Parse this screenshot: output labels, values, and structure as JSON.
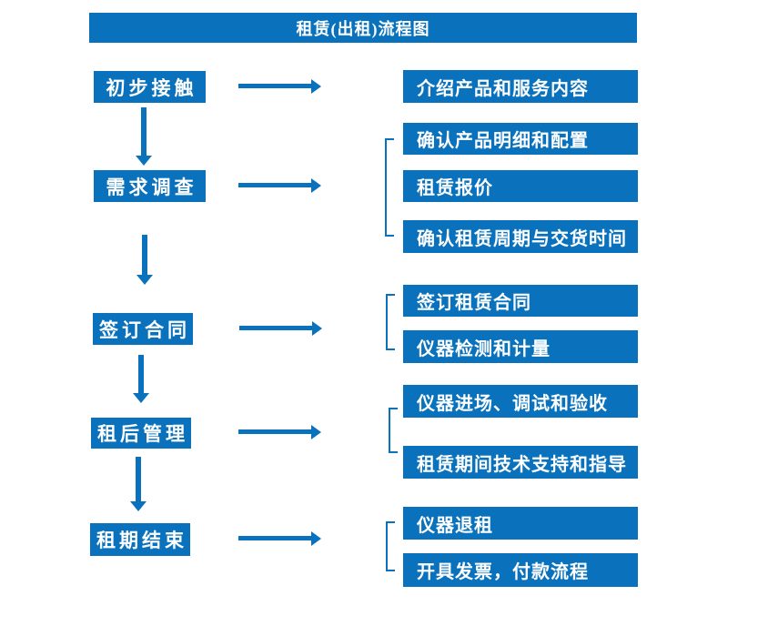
{
  "title": "租赁(出租)流程图",
  "colors": {
    "accent": "#0a72bd",
    "text_on_accent": "#ffffff",
    "background": "#ffffff"
  },
  "icons": {
    "arrow_right": "→",
    "arrow_down": "↓",
    "group_bracket": "["
  },
  "steps": [
    {
      "label": "初步接触",
      "details": [
        "介绍产品和服务内容"
      ]
    },
    {
      "label": "需求调查",
      "details": [
        "确认产品明细和配置",
        "租赁报价",
        "确认租赁周期与交货时间"
      ]
    },
    {
      "label": "签订合同",
      "details": [
        "签订租赁合同",
        "仪器检测和计量"
      ]
    },
    {
      "label": "租后管理",
      "details": [
        "仪器进场、调试和验收",
        "租赁期间技术支持和指导"
      ]
    },
    {
      "label": "租期结束",
      "details": [
        "仪器退租",
        "开具发票，付款流程"
      ]
    }
  ]
}
